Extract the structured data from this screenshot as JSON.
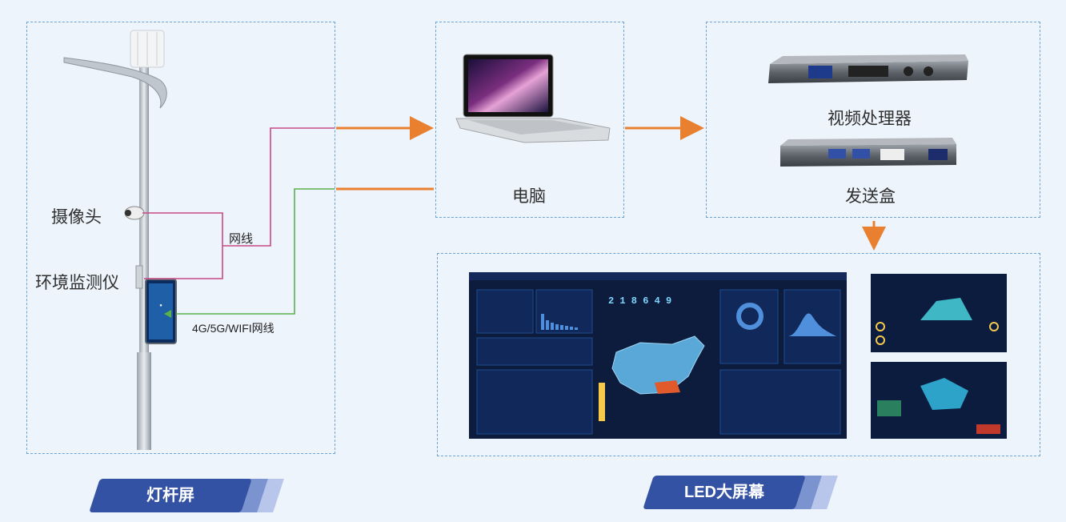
{
  "left_panel": {
    "labels": {
      "camera": "摄像头",
      "env_monitor": "环境监测仪"
    },
    "connections": {
      "cable": "网线",
      "wireless": "4G/5G/WIFI网线"
    },
    "footer_label": "灯杆屏"
  },
  "computer": {
    "label": "电脑"
  },
  "processor_panel": {
    "video_processor": "视频处理器",
    "sender_box": "发送盒"
  },
  "led_panel": {
    "footer_label": "LED大屏幕",
    "main_screen": {
      "counter": "2 1 8 6 4 9"
    }
  },
  "colors": {
    "dashed_border": "#6aa3d6",
    "arrow_orange": "#e9802f",
    "pink_line": "#c94a86",
    "green_line": "#5bb04c",
    "pill_blue": "#3452a3"
  }
}
